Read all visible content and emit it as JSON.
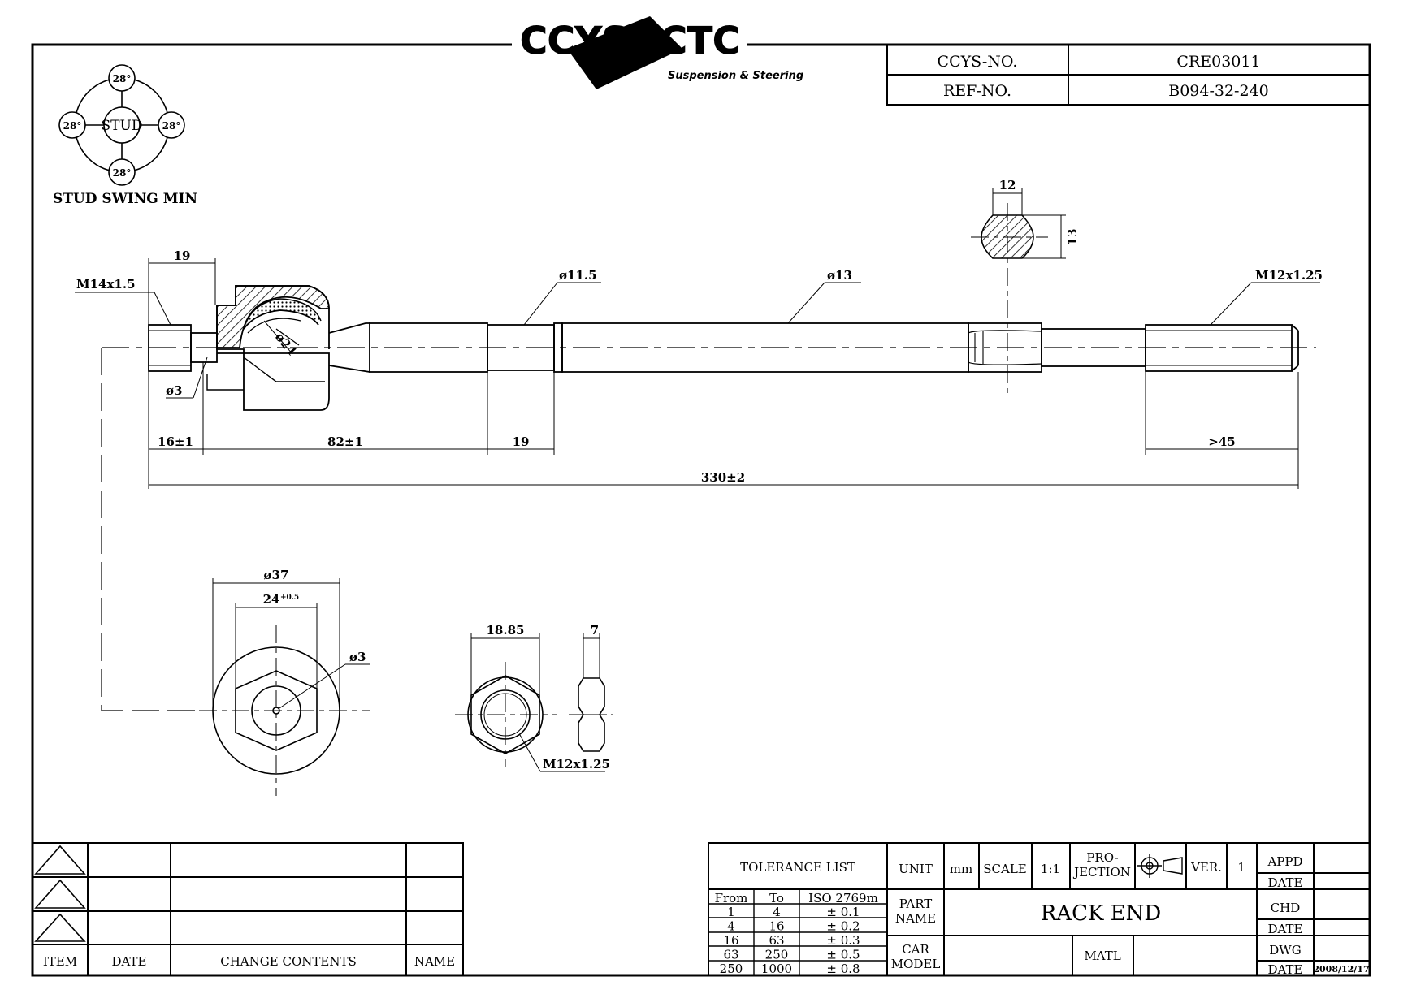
{
  "logo": {
    "left": "CCYS",
    "right": "CTC",
    "tagline": "Suspension & Steering"
  },
  "ref_table": {
    "ccys_label": "CCYS-NO.",
    "ccys_value": "CRE03011",
    "ref_label": "REF-NO.",
    "ref_value": "B094-32-240"
  },
  "stud_swing": {
    "center": "STUD",
    "angles": [
      "28°",
      "28°",
      "28°",
      "28°"
    ],
    "caption": "STUD SWING MIN"
  },
  "dimensions": {
    "m14": "M14x1.5",
    "d19_top": "19",
    "d3_left": "ø3",
    "d24": "ø24",
    "d115": "ø11.5",
    "d13": "ø13",
    "m12_right": "M12x1.25",
    "w12": "12",
    "h13": "13",
    "d16": "16±1",
    "d82": "82±1",
    "d19_bottom": "19",
    "d45": ">45",
    "d330": "330±2",
    "d37": "ø37",
    "d24_hex": "24",
    "d24_tol": "+0.5",
    "d3_front": "ø3",
    "d1885": "18.85",
    "d7": "7",
    "m12_nut": "M12x1.25"
  },
  "revision_table": {
    "headers": [
      "ITEM",
      "DATE",
      "CHANGE CONTENTS",
      "NAME"
    ]
  },
  "tolerance": {
    "title": "TOLERANCE LIST",
    "headers": [
      "From",
      "To",
      "ISO 2769m"
    ],
    "rows": [
      [
        "1",
        "4",
        "± 0.1"
      ],
      [
        "4",
        "16",
        "± 0.2"
      ],
      [
        "16",
        "63",
        "± 0.3"
      ],
      [
        "63",
        "250",
        "± 0.5"
      ],
      [
        "250",
        "1000",
        "± 0.8"
      ]
    ]
  },
  "title_block": {
    "unit_label": "UNIT",
    "unit_value": "mm",
    "scale_label": "SCALE",
    "scale_value": "1:1",
    "projection_1": "PRO-",
    "projection_2": "JECTION",
    "ver_label": "VER.",
    "ver_value": "1",
    "part_label_1": "PART",
    "part_label_2": "NAME",
    "part_name": "RACK END",
    "car_label_1": "CAR",
    "car_label_2": "MODEL",
    "matl_label": "MATL",
    "appd": "APPD",
    "chd": "CHD",
    "dwg": "DWG",
    "date_label": "DATE",
    "date_value": "2008/12/17"
  }
}
